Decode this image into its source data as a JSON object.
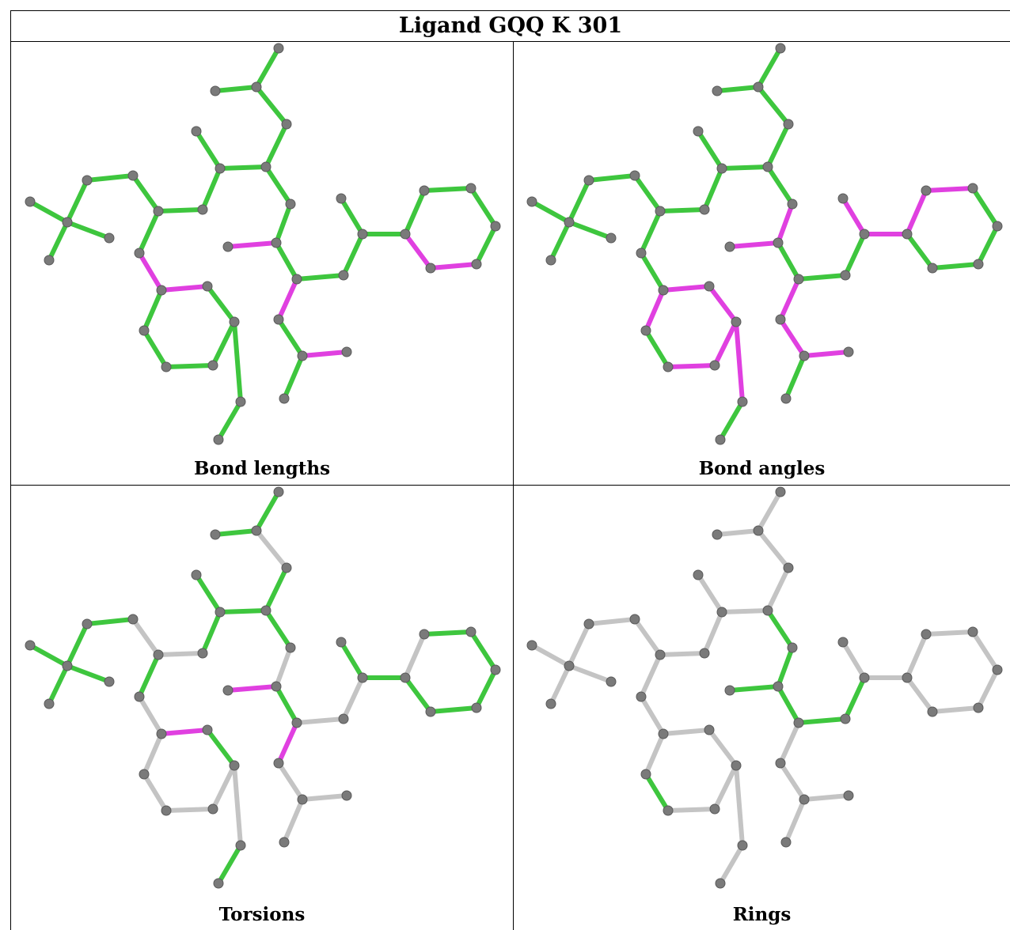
{
  "title": "Ligand GQQ K 301",
  "panels": [
    {
      "id": "bond-lengths",
      "caption": "Bond lengths"
    },
    {
      "id": "bond-angles",
      "caption": "Bond angles"
    },
    {
      "id": "torsions",
      "caption": "Torsions"
    },
    {
      "id": "rings",
      "caption": "Rings"
    }
  ],
  "colors": {
    "atom": "#7a7a7a",
    "outlier": "#e040e0",
    "ok": "#3ec63e",
    "none": "#c4c4c4"
  },
  "bond_status": {
    "bond-lengths": "ooooooooooooooommgggggggggmgggggggggmmmgmgmggggg",
    "bond-angles": "ggggggggggggggggmmmmgmmggmmgggmmmmggggmmmgmmmmmm",
    "torsions": "ggwggggwwggggggwmgwwwwwggwmgwwggwgggggmwwwwwwwww",
    "rings": "wwwwwwwwwwwwwwwwwwwwgwwwggggggwwwwwwwwwwwwgggggg"
  }
}
